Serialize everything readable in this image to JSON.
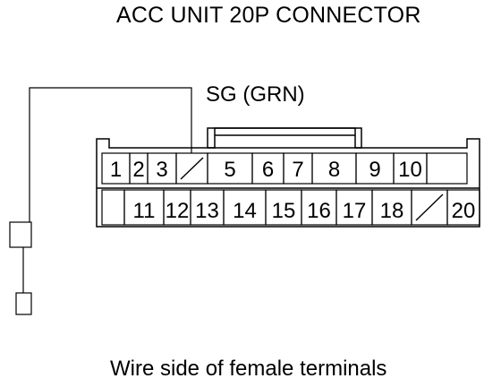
{
  "title": "ACC UNIT 20P CONNECTOR",
  "wire_label": "SG (GRN)",
  "caption": "Wire side of female terminals",
  "connector": {
    "top_row": [
      "1",
      "2",
      "3",
      "",
      "5",
      "6",
      "7",
      "8",
      "9",
      "10",
      ""
    ],
    "bottom_row": [
      "",
      "11",
      "12",
      "13",
      "14",
      "15",
      "16",
      "17",
      "18",
      "",
      "20"
    ],
    "blank_top_index": 3,
    "blank_bottom_index": 9,
    "probed_terminal": "3"
  }
}
